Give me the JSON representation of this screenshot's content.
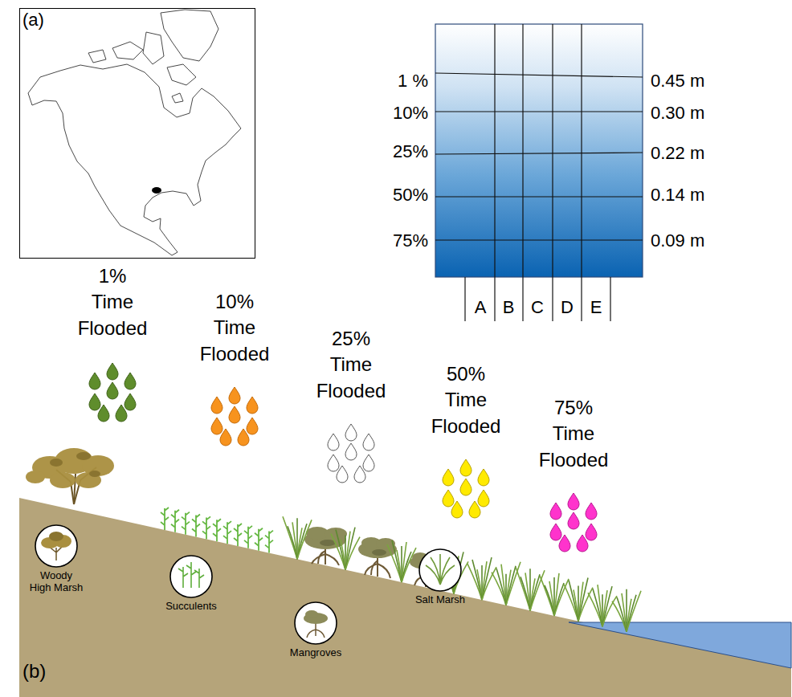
{
  "diagram": {
    "nodes": [
      {
        "text": [
          "(a)"
        ]
      },
      {
        "text": [
          "Woody High Marsh"
        ]
      },
      {
        "text": [
          "Succulents"
        ]
      },
      {
        "text": [
          "Mangroves"
        ]
      },
      {
        "text": [
          "Salt Marsh"
        ]
      }
    ],
    "labels": [
      "1 %",
      "10%",
      "25%",
      "50%",
      "75%",
      "0.45 m",
      "0.30 m",
      "0.22 m",
      "0.14 m",
      "0.09 m",
      "A",
      "B",
      "C",
      "D",
      "E",
      "1% Time Flooded",
      "10% Time Flooded",
      "25% Time Flooded",
      "50% Time Flooded",
      "75% Time Flooded",
      "(b)"
    ]
  }
}
